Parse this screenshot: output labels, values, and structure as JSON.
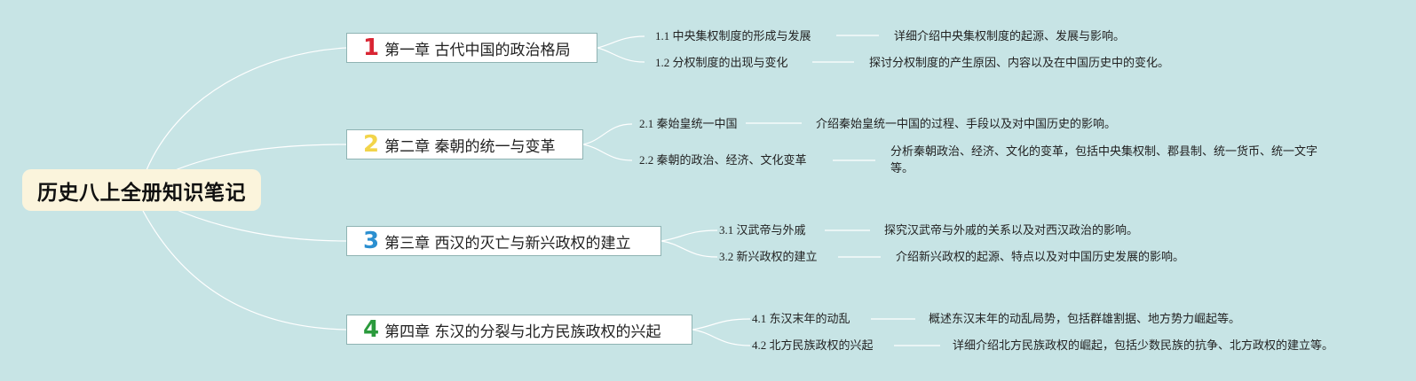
{
  "root": {
    "title": "历史八上全册知识笔记"
  },
  "colors": {
    "background": "#c7e4e5",
    "root_fill": "#fbf4dc",
    "line": "#ffffff"
  },
  "chapters": [
    {
      "number": "1",
      "number_color": "#d92533",
      "title": "第一章 古代中国的政治格局",
      "sections": [
        {
          "label": "1.1 中央集权制度的形成与发展",
          "desc": "详细介绍中央集权制度的起源、发展与影响。"
        },
        {
          "label": "1.2 分权制度的出现与变化",
          "desc": "探讨分权制度的产生原因、内容以及在中国历史中的变化。"
        }
      ]
    },
    {
      "number": "2",
      "number_color": "#f2d44a",
      "title": "第二章 秦朝的统一与变革",
      "sections": [
        {
          "label": "2.1 秦始皇统一中国",
          "desc": "介绍秦始皇统一中国的过程、手段以及对中国历史的影响。"
        },
        {
          "label": "2.2 秦朝的政治、经济、文化变革",
          "desc": "分析秦朝政治、经济、文化的变革，包括中央集权制、郡县制、统一货币、统一文字等。"
        }
      ]
    },
    {
      "number": "3",
      "number_color": "#2b8fd0",
      "title": "第三章 西汉的灭亡与新兴政权的建立",
      "sections": [
        {
          "label": "3.1 汉武帝与外戚",
          "desc": "探究汉武帝与外戚的关系以及对西汉政治的影响。"
        },
        {
          "label": "3.2 新兴政权的建立",
          "desc": "介绍新兴政权的起源、特点以及对中国历史发展的影响。"
        }
      ]
    },
    {
      "number": "4",
      "number_color": "#2a9a3c",
      "title": "第四章 东汉的分裂与北方民族政权的兴起",
      "sections": [
        {
          "label": "4.1 东汉末年的动乱",
          "desc": "概述东汉末年的动乱局势，包括群雄割据、地方势力崛起等。"
        },
        {
          "label": "4.2 北方民族政权的兴起",
          "desc": "详细介绍北方民族政权的崛起，包括少数民族的抗争、北方政权的建立等。"
        }
      ]
    }
  ]
}
